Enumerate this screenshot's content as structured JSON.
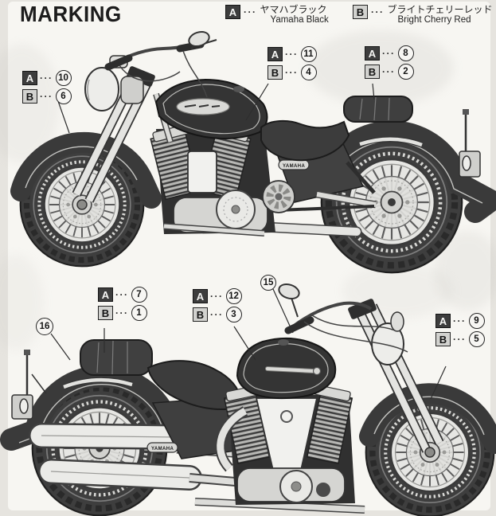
{
  "header": {
    "title": "MARKING"
  },
  "legend": {
    "dots": "···",
    "items": [
      {
        "code": "A",
        "name_jp": "ヤマハブラック",
        "name_en": "Yamaha Black"
      },
      {
        "code": "B",
        "name_jp": "ブライトチェリーレッド",
        "name_en": "Bright Cherry Red"
      }
    ]
  },
  "callouts": {
    "dots": "···",
    "groups": [
      {
        "id": "bike1-front-fender",
        "rows": [
          {
            "code": "A",
            "num": "10"
          },
          {
            "code": "B",
            "num": "6"
          }
        ]
      },
      {
        "id": "bike1-fuel-tank",
        "rows": [
          {
            "code": "A",
            "num": "11"
          },
          {
            "code": "B",
            "num": "4"
          }
        ]
      },
      {
        "id": "bike1-rear-fender",
        "rows": [
          {
            "code": "A",
            "num": "8"
          },
          {
            "code": "B",
            "num": "2"
          }
        ]
      },
      {
        "id": "bike2-seat",
        "rows": [
          {
            "code": "A",
            "num": "7"
          },
          {
            "code": "B",
            "num": "1"
          }
        ]
      },
      {
        "id": "bike2-fuel-tank",
        "rows": [
          {
            "code": "A",
            "num": "12"
          },
          {
            "code": "B",
            "num": "3"
          }
        ]
      },
      {
        "id": "bike2-front-fender",
        "rows": [
          {
            "code": "A",
            "num": "9"
          },
          {
            "code": "B",
            "num": "5"
          }
        ]
      }
    ],
    "part_circles": [
      {
        "id": "part-15",
        "num": "15"
      },
      {
        "id": "part-16",
        "num": "16"
      }
    ]
  },
  "emblem": {
    "text": "YAMAHA"
  }
}
